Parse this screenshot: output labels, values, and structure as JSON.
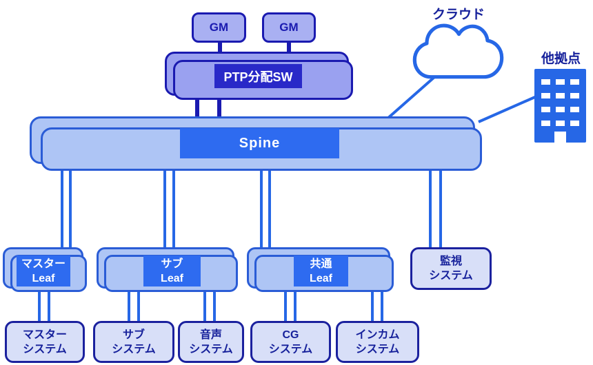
{
  "diagram_type": "ptp-network-architecture",
  "colors": {
    "line_blue": "#2667E6",
    "box_border_blue": "#2A5CD6",
    "light_blue_fill": "#AEC5F5",
    "label_blue_bg": "#2E6BF0",
    "navy": "#1A1AB0",
    "ptp_fill": "#9AA1F0",
    "gm_fill": "#A9B0F2",
    "ptp_label_bg": "#2929C8",
    "system_fill": "#D8DFF8",
    "system_border": "#1B219E",
    "text_navy": "#16219B",
    "white": "#FFFFFF"
  },
  "nodes": {
    "gm1": {
      "label": "GM"
    },
    "gm2": {
      "label": "GM"
    },
    "ptp_sw": {
      "label": "PTP分配SW"
    },
    "cloud": {
      "label": "クラウド"
    },
    "remote_site": {
      "label": "他拠点"
    },
    "spine": {
      "label": "Spine"
    },
    "master_leaf": {
      "label": "マスター\nLeaf"
    },
    "sub_leaf": {
      "label": "サブ\nLeaf"
    },
    "common_leaf": {
      "label": "共通\nLeaf"
    },
    "monitoring_system": {
      "label": "監視\nシステム"
    },
    "master_system": {
      "label": "マスター\nシステム"
    },
    "sub_system": {
      "label": "サブ\nシステム"
    },
    "audio_system": {
      "label": "音声\nシステム"
    },
    "cg_system": {
      "label": "CG\nシステム"
    },
    "intercom_system": {
      "label": "インカム\nシステム"
    }
  }
}
